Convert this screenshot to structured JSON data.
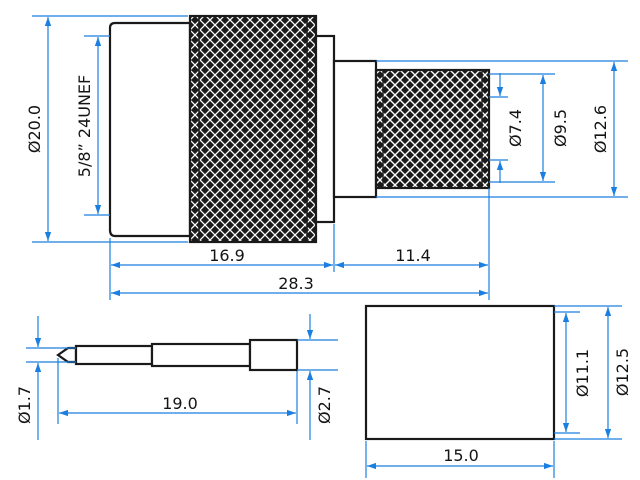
{
  "drawing": {
    "line_color": "#1a7fe0",
    "outline_color": "#1a1a1a",
    "knurl_color": "#1a1a1a"
  },
  "dimensions": {
    "body_diameter": "Ø20.0",
    "thread_spec": "5/8” 24UNEF",
    "length_front": "16.9",
    "length_rear": "11.4",
    "length_total": "28.3",
    "ferrule_knurl_diameter": "Ø7.4",
    "ferrule_inner_diameter": "Ø9.5",
    "ferrule_outer_diameter": "Ø12.6",
    "pin_tip_diameter": "Ø1.7",
    "pin_length": "19.0",
    "pin_sleeve_diameter": "Ø2.7",
    "crimp_inner_diameter": "Ø11.1",
    "crimp_outer_diameter": "Ø12.5",
    "crimp_length": "15.0"
  }
}
